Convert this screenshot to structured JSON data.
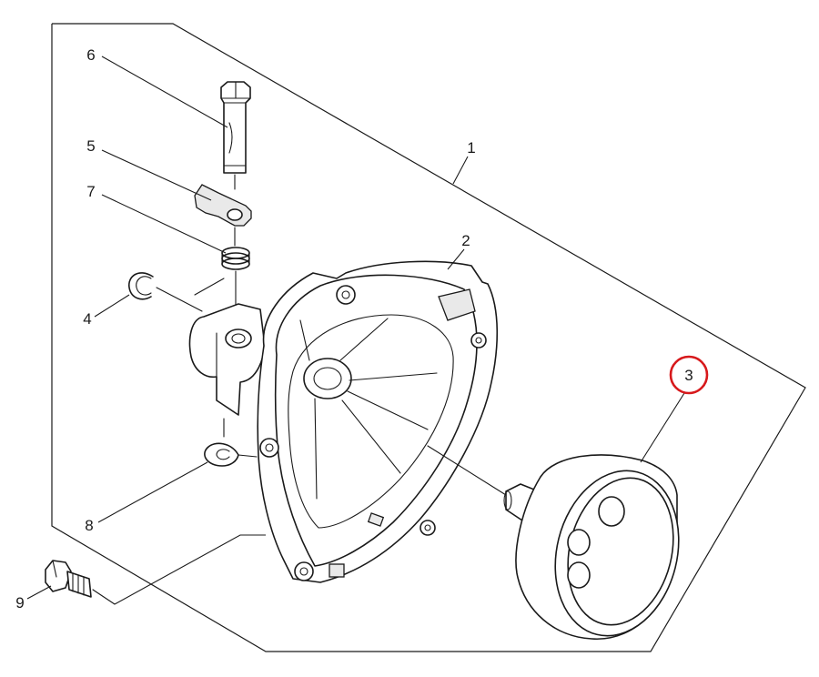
{
  "diagram": {
    "callouts": [
      {
        "id": "1",
        "label": "1"
      },
      {
        "id": "2",
        "label": "2"
      },
      {
        "id": "3",
        "label": "3",
        "highlighted": true
      },
      {
        "id": "4",
        "label": "4"
      },
      {
        "id": "5",
        "label": "5"
      },
      {
        "id": "6",
        "label": "6"
      },
      {
        "id": "7",
        "label": "7"
      },
      {
        "id": "8",
        "label": "8"
      },
      {
        "id": "9",
        "label": "9"
      }
    ],
    "highlight_color": "#d7191c",
    "line_color": "#1a1a1a"
  }
}
